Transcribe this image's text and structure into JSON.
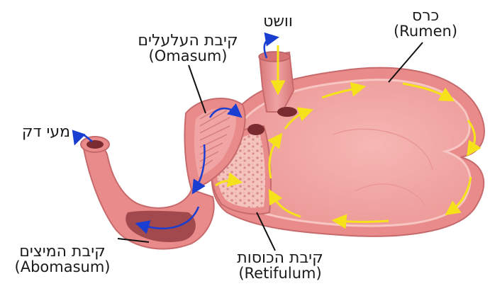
{
  "labels": {
    "rumen": {
      "hebrew": "כרס",
      "latin": "(Rumen)"
    },
    "esophagus": {
      "hebrew": "וושט"
    },
    "omasum": {
      "hebrew": "קיבת העלעלים",
      "latin": "(Omasum)"
    },
    "small_intestine": {
      "hebrew": "מעי דק"
    },
    "abomasum": {
      "hebrew": "קיבת המיצים",
      "latin": "(Abomasum)"
    },
    "reticulum": {
      "hebrew": "קיבת הכוסות",
      "latin": "(Retifulum)"
    }
  },
  "colors": {
    "organ_outer": "#e98b8b",
    "organ_inner": "#f3adab",
    "organ_dark": "#c76a6c",
    "leader_line": "#111111",
    "flow_blue": "#1a3ed1",
    "flow_yellow": "#f5e21a"
  }
}
